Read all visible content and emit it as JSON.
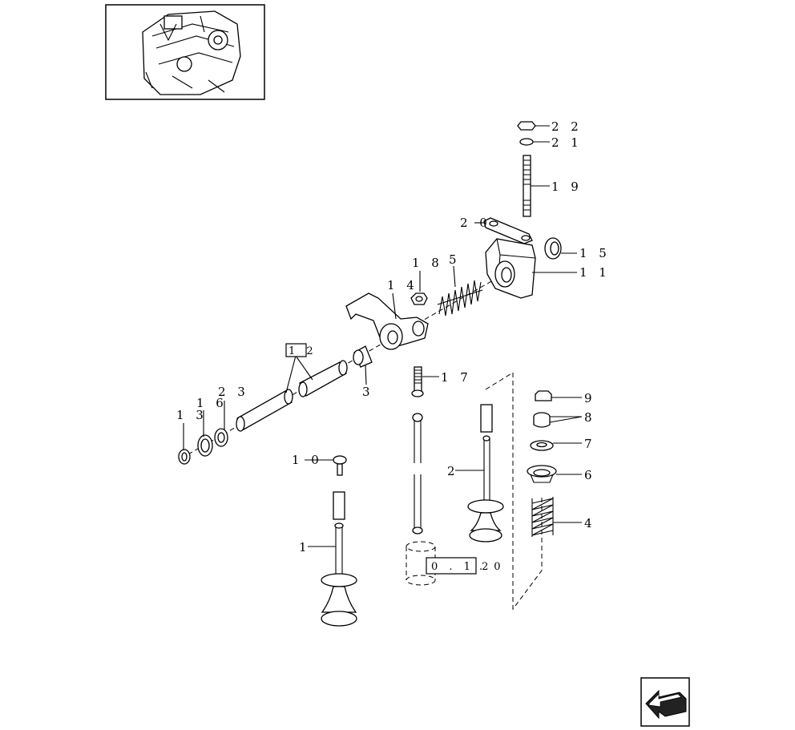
{
  "callouts": [
    {
      "id": "c22",
      "label": "2 2"
    },
    {
      "id": "c21",
      "label": "2 1"
    },
    {
      "id": "c19",
      "label": "1 9"
    },
    {
      "id": "c20",
      "label": "2 0"
    },
    {
      "id": "c15",
      "label": "1 5"
    },
    {
      "id": "c11",
      "label": "1 1"
    },
    {
      "id": "c18",
      "label": "1 8"
    },
    {
      "id": "c5",
      "label": "5"
    },
    {
      "id": "c14",
      "label": "1 4"
    },
    {
      "id": "c12",
      "label": "1 2"
    },
    {
      "id": "c3",
      "label": "3"
    },
    {
      "id": "c17",
      "label": "1 7"
    },
    {
      "id": "c9",
      "label": "9"
    },
    {
      "id": "c8",
      "label": "8"
    },
    {
      "id": "c7",
      "label": "7"
    },
    {
      "id": "c6",
      "label": "6"
    },
    {
      "id": "c4",
      "label": "4"
    },
    {
      "id": "c2",
      "label": "2"
    },
    {
      "id": "c13",
      "label": "1 3"
    },
    {
      "id": "c16",
      "label": "1 6"
    },
    {
      "id": "c23",
      "label": "2 3"
    },
    {
      "id": "c10",
      "label": "1 0"
    },
    {
      "id": "c1",
      "label": "1"
    }
  ],
  "reference_box": {
    "label": "0 . 1 2",
    "suffix": ". 0"
  },
  "thumbnail": {
    "icon": "engine-thumbnail-icon"
  },
  "nav": {
    "icon": "back-arrow-icon"
  }
}
